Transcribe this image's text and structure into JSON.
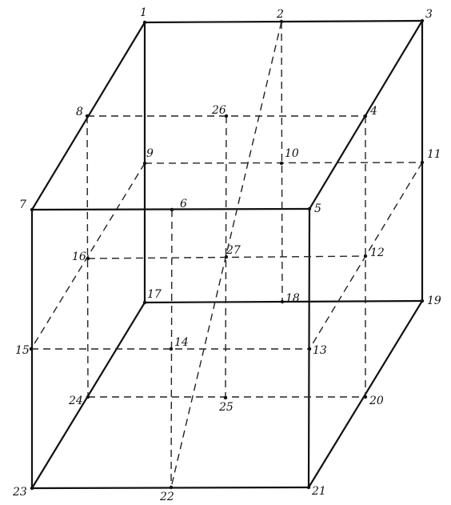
{
  "figure": {
    "description_free": true,
    "node_labels": {
      "n1": "1",
      "n2": "2",
      "n3": "3",
      "n4": "4",
      "n5": "5",
      "n6": "6",
      "n7": "7",
      "n8": "8",
      "n9": "9",
      "n10": "10",
      "n11": "11",
      "n12": "12",
      "n13": "13",
      "n14": "14",
      "n15": "15",
      "n16": "16",
      "n17": "17",
      "n18": "18",
      "n19": "19",
      "n20": "20",
      "n21": "21",
      "n22": "22",
      "n23": "23",
      "n24": "24",
      "n25": "25",
      "n26": "26",
      "n27": "27"
    },
    "colors": {
      "ink": "#111111",
      "background": "#ffffff"
    },
    "solid_edges": [
      [
        "n1",
        "n3"
      ],
      [
        "n1",
        "n7"
      ],
      [
        "n3",
        "n5"
      ],
      [
        "n7",
        "n5"
      ],
      [
        "n1",
        "n17"
      ],
      [
        "n3",
        "n19"
      ],
      [
        "n17",
        "n19"
      ],
      [
        "n7",
        "n23"
      ],
      [
        "n5",
        "n21"
      ],
      [
        "n23",
        "n21"
      ],
      [
        "n17",
        "n23"
      ],
      [
        "n19",
        "n21"
      ]
    ],
    "dashed_edges": [
      [
        "n8",
        "n4"
      ],
      [
        "n9",
        "n11"
      ],
      [
        "n16",
        "n12"
      ],
      [
        "n15",
        "n13"
      ],
      [
        "n24",
        "n20"
      ],
      [
        "n2",
        "n18"
      ],
      [
        "n26",
        "n25"
      ],
      [
        "n6",
        "n22"
      ],
      [
        "n8",
        "n24"
      ],
      [
        "n4",
        "n20"
      ],
      [
        "n2",
        "n22"
      ],
      [
        "n11",
        "n13"
      ],
      [
        "n9",
        "n15"
      ]
    ]
  }
}
